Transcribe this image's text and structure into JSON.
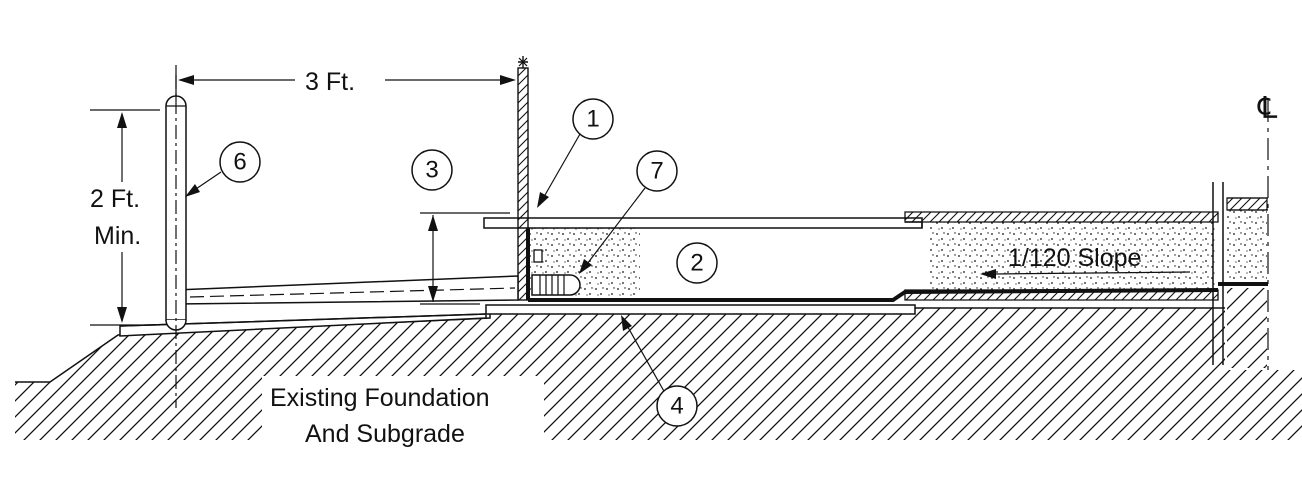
{
  "dimensions": {
    "width_label": "3 Ft.",
    "height_label_line1": "2 Ft.",
    "height_label_line2": "Min."
  },
  "slope_label": "1/120 Slope",
  "foundation_label_line1": "Existing Foundation",
  "foundation_label_line2": "And Subgrade",
  "centerline_symbol": "℄",
  "callouts": [
    "1",
    "2",
    "3",
    "4",
    "6",
    "7"
  ],
  "colors": {
    "ink": "#111111",
    "background": "#ffffff"
  }
}
